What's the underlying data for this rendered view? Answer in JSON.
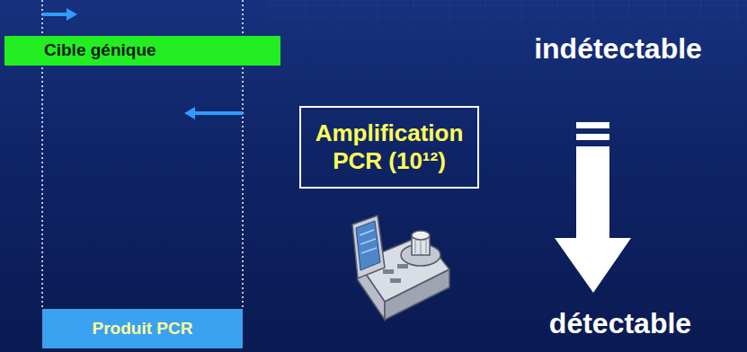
{
  "diagram": {
    "nodes": [
      {
        "text": [
          "Cible génique"
        ]
      },
      {
        "text": [
          "Amplification PCR (10¹²)"
        ]
      },
      {
        "text": [
          "Produit PCR"
        ]
      }
    ],
    "labels": [
      "indétectable",
      "détectable"
    ]
  }
}
